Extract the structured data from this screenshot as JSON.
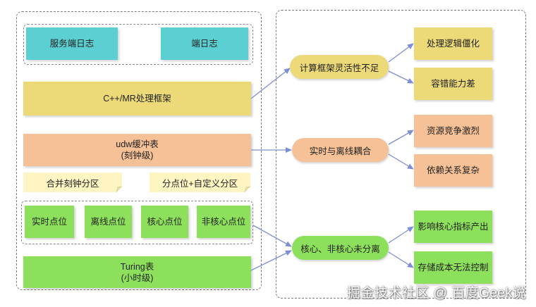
{
  "colors": {
    "cyan": "#5ccfd2",
    "yellow": "#ecd977",
    "orange": "#f6c196",
    "note": "#fff5c2",
    "green": "#8de05b",
    "arrow": "#7d8fd1"
  },
  "left": {
    "logs": {
      "server": "服务端日志",
      "client": "端日志"
    },
    "framework": "C++/MR处理框架",
    "buffer": {
      "line1": "udw缓冲表",
      "line2": "(刻钟级)"
    },
    "notes": {
      "merge": "合并刻钟分区",
      "split": "分点位+自定义分区"
    },
    "points": {
      "realtime": "实时点位",
      "offline": "离线点位",
      "core": "核心点位",
      "noncore": "非核心点位"
    },
    "turing": {
      "line1": "Turing表",
      "line2": "(小时级)"
    }
  },
  "right": {
    "issue1": {
      "title": "计算框架灵活性不足",
      "sub": [
        "处理逻辑僵化",
        "容错能力差"
      ]
    },
    "issue2": {
      "title": "实时与离线耦合",
      "sub": [
        "资源竞争激烈",
        "依赖关系复杂"
      ]
    },
    "issue3": {
      "title": "核心、非核心未分离",
      "sub": [
        "影响核心指标产出",
        "存储成本无法控制"
      ]
    }
  },
  "watermark": "掘金技术社区 @ 百度Geek说"
}
